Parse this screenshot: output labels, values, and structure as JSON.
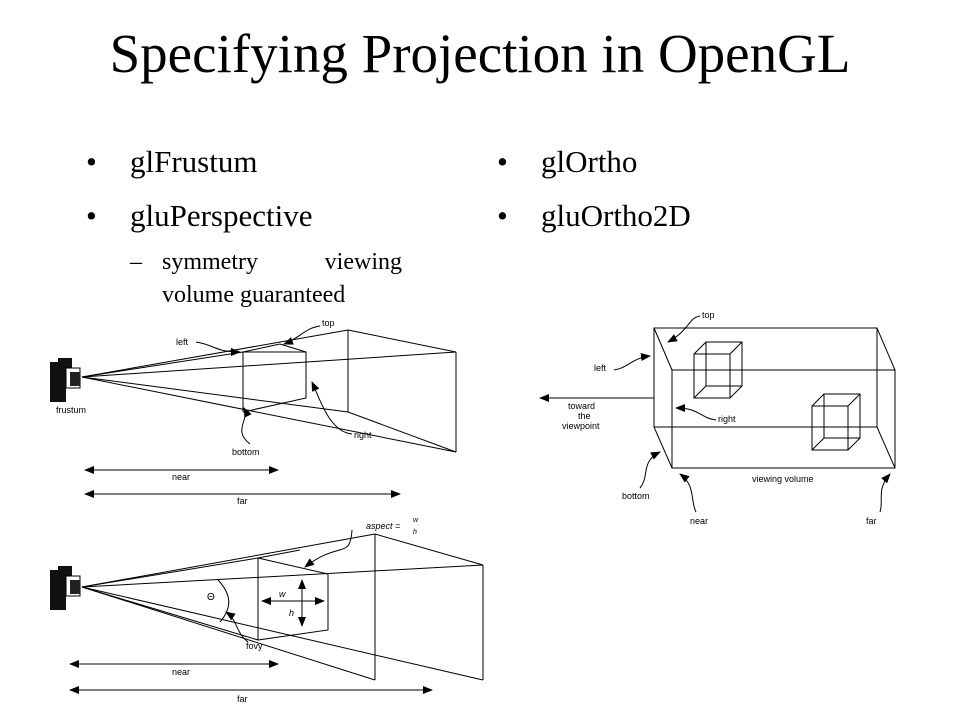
{
  "title": "Specifying Projection in OpenGL",
  "left_bullets": [
    "glFrustum",
    "gluPerspective"
  ],
  "right_bullets": [
    "glOrtho",
    "gluOrtho2D"
  ],
  "sub_bullet": {
    "dash": "–",
    "text": "symmetry viewing volume guaranteed"
  },
  "frustum_labels": {
    "left": "left",
    "top": "top",
    "frustum": "frustum",
    "bottom": "bottom",
    "right": "right",
    "near": "near",
    "far": "far"
  },
  "perspective_labels": {
    "aspect": "aspect =",
    "w_num": "w",
    "h_den": "h",
    "theta": "Θ",
    "w": "w",
    "h": "h",
    "fovy": "fovy",
    "near": "near",
    "far": "far"
  },
  "ortho_labels": {
    "top": "top",
    "left": "left",
    "toward1": "toward",
    "toward2": "the",
    "toward3": "viewpoint",
    "right": "right",
    "viewing_volume": "viewing volume",
    "bottom": "bottom",
    "near": "near",
    "far": "far"
  }
}
